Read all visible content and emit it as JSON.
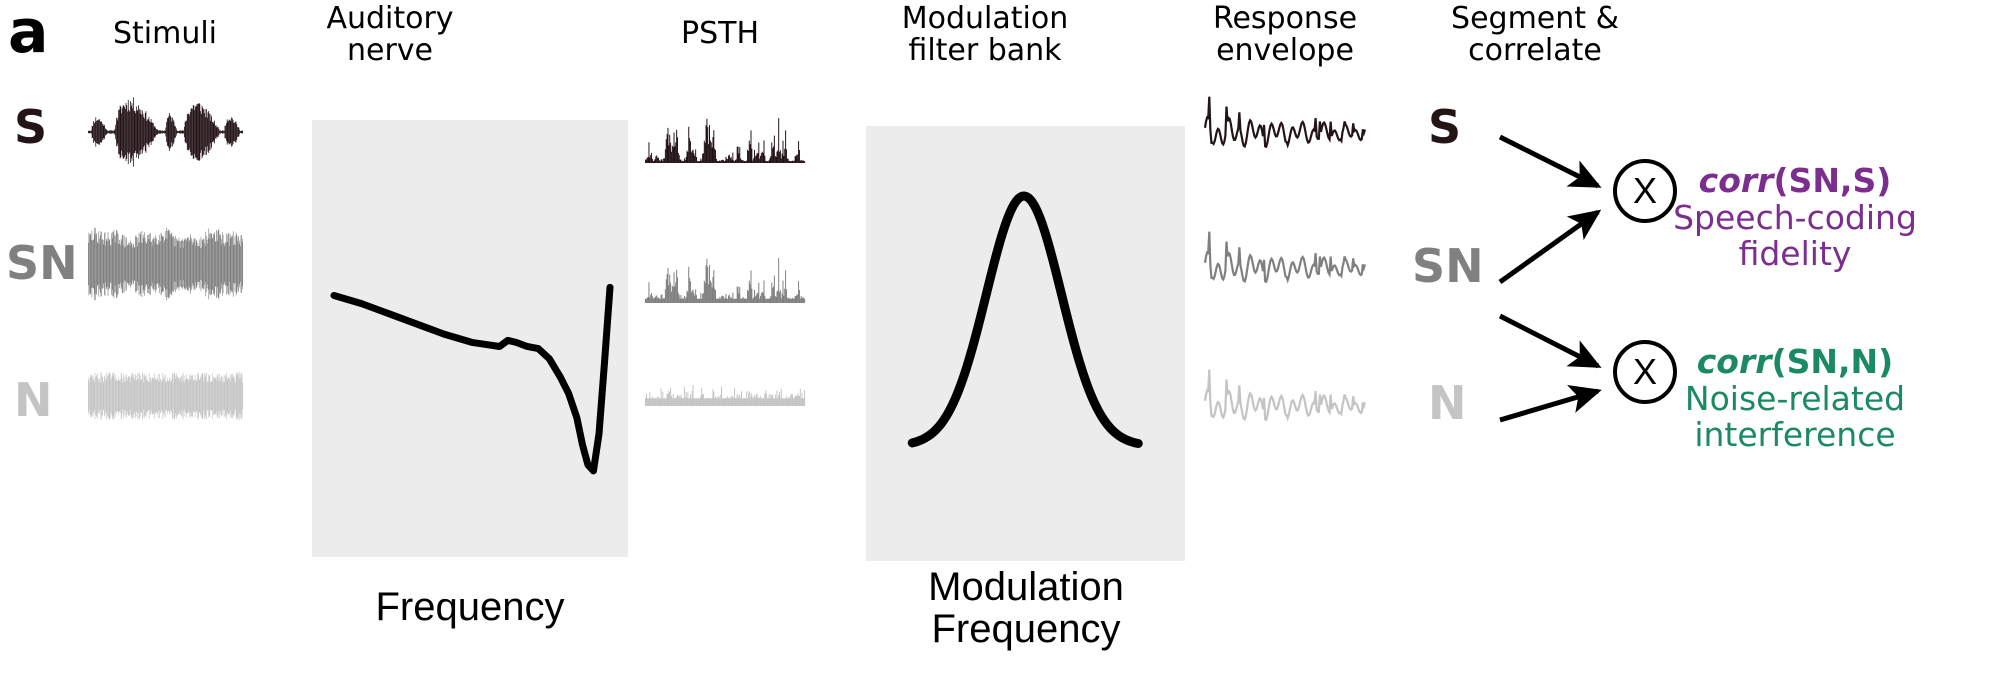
{
  "figure": {
    "panel_letter": "a",
    "columns": [
      {
        "id": "stimuli",
        "label": "Stimuli"
      },
      {
        "id": "auditory",
        "label": "Auditory\nnerve"
      },
      {
        "id": "psth",
        "label": "PSTH"
      },
      {
        "id": "modulation",
        "label": "Modulation\nfilter bank"
      },
      {
        "id": "envelope",
        "label": "Response\nenvelope"
      },
      {
        "id": "segment",
        "label": "Segment &\ncorrelate"
      }
    ],
    "axis_captions": [
      {
        "id": "frequency",
        "label": "Frequency"
      },
      {
        "id": "modulation-frequency",
        "label": "Modulation\nFrequency"
      }
    ],
    "conditions": [
      {
        "id": "S",
        "label": "S",
        "color": "#231416"
      },
      {
        "id": "SN",
        "label": "SN",
        "color": "#808080"
      },
      {
        "id": "N",
        "label": "N",
        "color": "#c4c4c4"
      }
    ],
    "correlate_labels": [
      {
        "id": "S-input",
        "label": "S",
        "color": "#231416"
      },
      {
        "id": "SN-input",
        "label": "SN",
        "color": "#808080"
      },
      {
        "id": "N-input",
        "label": "N",
        "color": "#c4c4c4"
      }
    ],
    "operators": [
      {
        "id": "multiply-top",
        "glyph": "X"
      },
      {
        "id": "multiply-bottom",
        "glyph": "X"
      }
    ],
    "results": [
      {
        "id": "corr-sn-s",
        "formula_fn": "corr",
        "formula_args": "(SN,S)",
        "description": "Speech-coding\nfidelity",
        "color": "#7b2e8e"
      },
      {
        "id": "corr-sn-n",
        "formula_fn": "corr",
        "formula_args": "(SN,N)",
        "description": "Noise-related\ninterference",
        "color": "#1b8a63"
      }
    ],
    "colors": {
      "panel_background": "#ececec",
      "page_background": "#ffffff",
      "speech": "#231416",
      "speech_noise": "#808080",
      "noise": "#c4c4c4",
      "accent_purple": "#7b2e8e",
      "accent_green": "#1b8a63"
    }
  },
  "chart_data": {
    "type": "line",
    "title": "Auditory processing model schematic",
    "panels": [
      {
        "id": "stimuli-waveform-S",
        "type": "waveform",
        "color": "#231416",
        "description": "Speech waveform, amplitude-modulated bursts"
      },
      {
        "id": "stimuli-waveform-SN",
        "type": "waveform",
        "color": "#808080",
        "description": "Speech-in-noise waveform, dense full-amplitude"
      },
      {
        "id": "stimuli-waveform-N",
        "type": "waveform",
        "color": "#c4c4c4",
        "description": "Noise-only waveform, uniform low amplitude"
      },
      {
        "id": "auditory-nerve-tuning-curve",
        "type": "line",
        "xlabel": "Frequency",
        "ylabel": "",
        "description": "Tuning curve: gradual decline then sharp V-shaped dip and steep rise",
        "x": [
          0,
          10,
          20,
          30,
          40,
          50,
          55,
          60,
          63,
          66,
          70,
          74,
          78,
          82,
          85,
          88,
          90,
          92,
          94,
          96,
          98,
          100
        ],
        "y": [
          88,
          84,
          79,
          74,
          69,
          65,
          64,
          63,
          66,
          65,
          63,
          62,
          57,
          48,
          40,
          28,
          15,
          5,
          2,
          20,
          55,
          92
        ]
      },
      {
        "id": "psth-S",
        "type": "histogram",
        "color": "#231416",
        "description": "Peri-stimulus time histogram for speech, tall sparse peaks"
      },
      {
        "id": "psth-SN",
        "type": "histogram",
        "color": "#808080",
        "description": "Peri-stimulus time histogram for speech-in-noise, peaks on raised floor"
      },
      {
        "id": "psth-N",
        "type": "histogram",
        "color": "#c4c4c4",
        "description": "Peri-stimulus time histogram for noise, flat low amplitude"
      },
      {
        "id": "modulation-filter",
        "type": "line",
        "xlabel": "Modulation\nFrequency",
        "ylabel": "",
        "description": "Single bell-shaped (Gaussian) modulation filter transfer function",
        "x": [
          0,
          10,
          20,
          30,
          40,
          50,
          55,
          60,
          65,
          70,
          80,
          90,
          100
        ],
        "y": [
          3,
          8,
          18,
          38,
          70,
          95,
          100,
          96,
          80,
          55,
          22,
          8,
          3
        ]
      },
      {
        "id": "response-envelope-S",
        "type": "waveform",
        "color": "#231416",
        "description": "Thin oscillating envelope trace for speech"
      },
      {
        "id": "response-envelope-SN",
        "type": "waveform",
        "color": "#808080",
        "description": "Thin oscillating envelope trace for speech-in-noise"
      },
      {
        "id": "response-envelope-N",
        "type": "waveform",
        "color": "#c4c4c4",
        "description": "Thin oscillating envelope trace for noise"
      }
    ]
  }
}
